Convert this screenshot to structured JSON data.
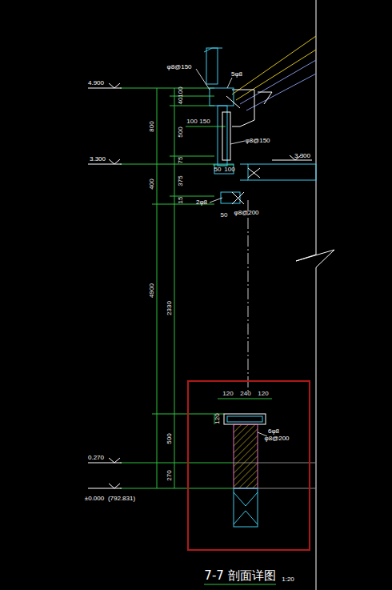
{
  "diagram": {
    "title": "7-7 剖面详图",
    "labels": [
      "4.900",
      "3.300",
      "0.270",
      "±0.000",
      "(792.831)",
      "4900",
      "800",
      "400",
      "2330",
      "500",
      "270",
      "100",
      "40",
      "500",
      "75",
      "375",
      "15",
      "100",
      "150",
      "φ8@150",
      "5φ8",
      "φ8@150",
      "50",
      "100",
      "2φ8",
      "50",
      "φ8@200",
      "3.300",
      "120",
      "240",
      "120",
      "120",
      "6φ8",
      "φ8@200",
      "1:20"
    ]
  }
}
